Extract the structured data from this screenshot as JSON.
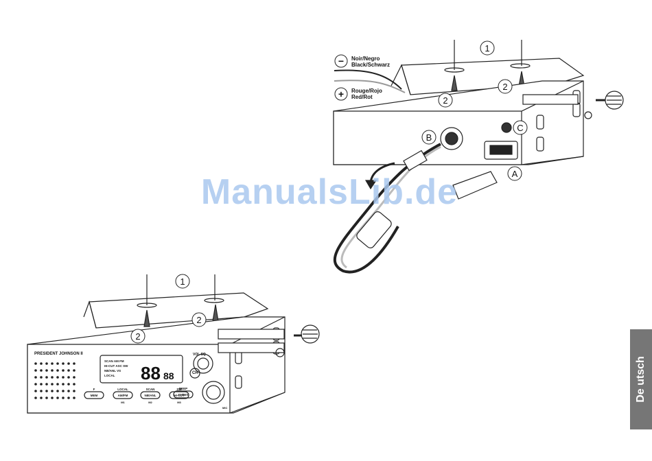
{
  "watermark": "ManualsLib.de",
  "side_tab": {
    "label": "De utsch"
  },
  "top_figure": {
    "callouts": {
      "one": "1",
      "two_a": "2",
      "two_b": "2",
      "a": "A",
      "b": "B",
      "c": "C"
    },
    "black_wire": {
      "sign": "−",
      "line1": "Noir/Negro",
      "line2": "Black/Schwarz"
    },
    "red_wire": {
      "sign": "+",
      "line1": "Rouge/Rojo",
      "line2": "Red/Rot"
    }
  },
  "bottom_figure": {
    "callouts": {
      "one": "1",
      "two_a": "2",
      "two_b": "2"
    },
    "radio": {
      "brand": "PRESIDENT JOHNSON II",
      "display_lines": [
        "SCAN AM FM",
        "HI-CUT ASC SW",
        "NB/ANL VS",
        "LOCAL"
      ],
      "display_big": "88",
      "display_small": "88",
      "labels_top": [
        "F",
        "LOCAL",
        "SCAN",
        "SW",
        "BEEP"
      ],
      "buttons": [
        "MEM",
        "AM/FM",
        "NB/ANL",
        "HI-CUT",
        "CH/WX"
      ],
      "labels_bottom": [
        "M1",
        "M2",
        "M3"
      ],
      "vol_sq": "VOL  SQ",
      "ch": "CH",
      "mic": "MIC"
    }
  }
}
